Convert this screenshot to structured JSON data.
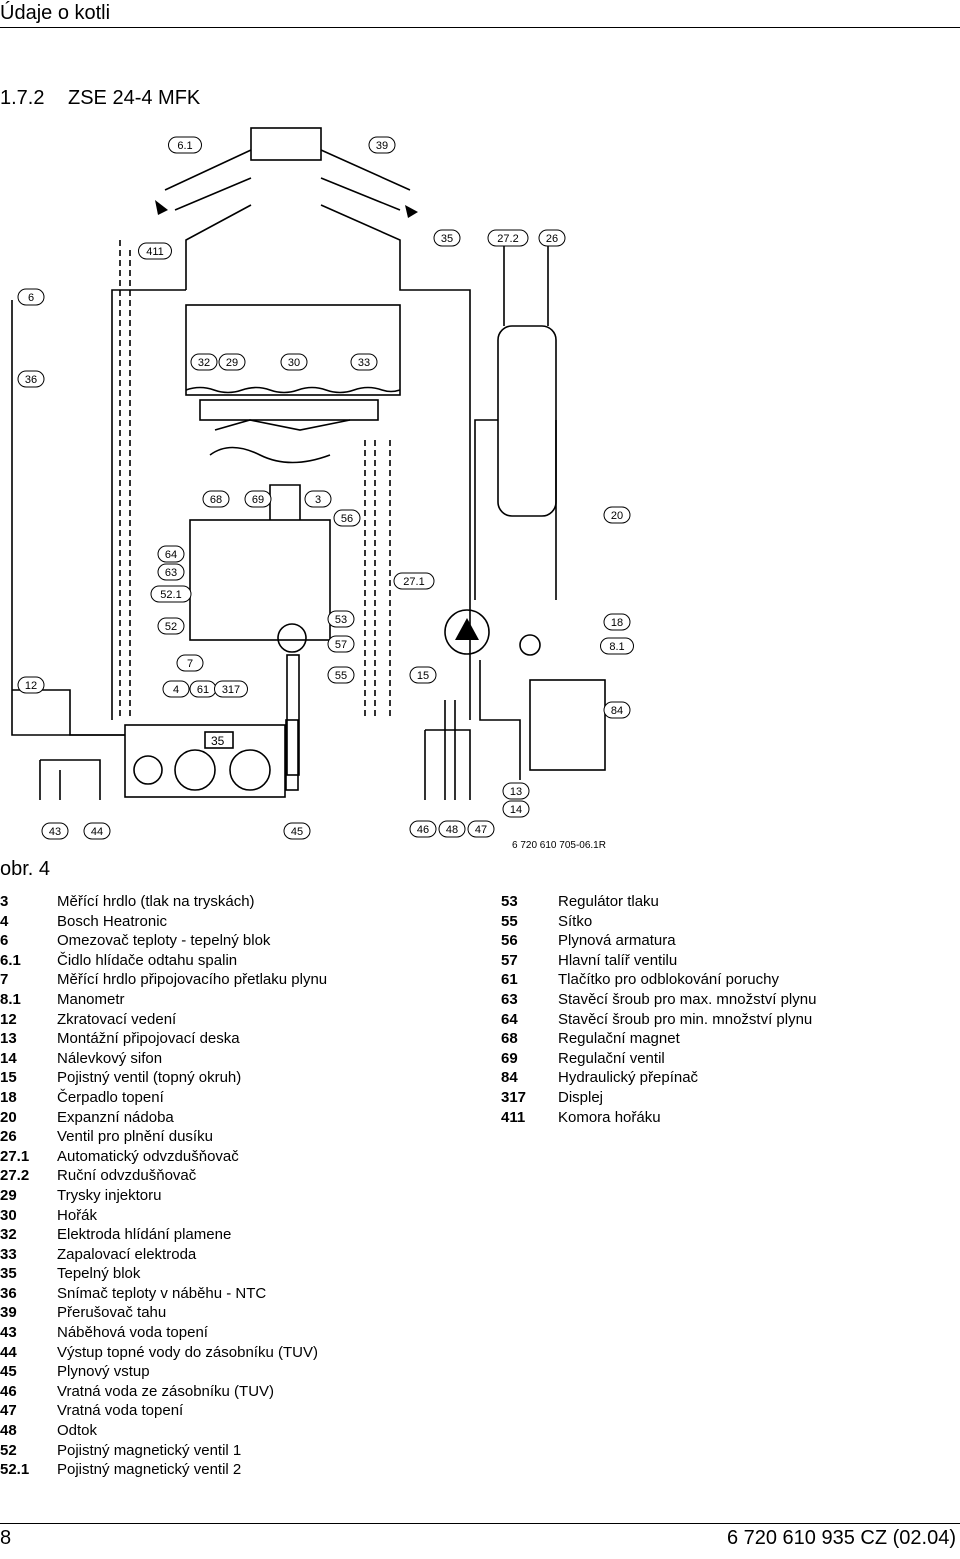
{
  "header": {
    "title": "Údaje o kotli"
  },
  "section": {
    "number": "1.7.2",
    "title": "ZSE 24-4 MFK"
  },
  "diagram": {
    "drawing_code": "6 720 610 705-06.1R",
    "display_value": "35",
    "callouts": [
      "6.1",
      "39",
      "411",
      "35",
      "27.2",
      "26",
      "6",
      "36",
      "32",
      "29",
      "30",
      "33",
      "68",
      "69",
      "3",
      "56",
      "20",
      "64",
      "63",
      "52.1",
      "52",
      "53",
      "57",
      "55",
      "27.1",
      "18",
      "8.1",
      "7",
      "12",
      "4",
      "61",
      "317",
      "15",
      "84",
      "13",
      "14",
      "43",
      "44",
      "45",
      "46",
      "48",
      "47"
    ]
  },
  "figure": {
    "label": "obr. 4"
  },
  "legend_left": [
    {
      "num": "3",
      "text": "Měřící hrdlo (tlak na tryskách)"
    },
    {
      "num": "4",
      "text": "Bosch Heatronic"
    },
    {
      "num": "6",
      "text": "Omezovač teploty - tepelný blok"
    },
    {
      "num": "6.1",
      "text": "Čidlo hlídače odtahu spalin"
    },
    {
      "num": "7",
      "text": "Měřící hrdlo připojovacího přetlaku plynu"
    },
    {
      "num": "8.1",
      "text": "Manometr"
    },
    {
      "num": "12",
      "text": "Zkratovací vedení"
    },
    {
      "num": "13",
      "text": "Montážní připojovací deska"
    },
    {
      "num": "14",
      "text": "Nálevkový sifon"
    },
    {
      "num": "15",
      "text": "Pojistný ventil (topný okruh)"
    },
    {
      "num": "18",
      "text": "Čerpadlo topení"
    },
    {
      "num": "20",
      "text": "Expanzní nádoba"
    },
    {
      "num": "26",
      "text": "Ventil pro plnění dusíku"
    },
    {
      "num": "27.1",
      "text": "Automatický odvzdušňovač"
    },
    {
      "num": "27.2",
      "text": "Ruční odvzdušňovač"
    },
    {
      "num": "29",
      "text": "Trysky injektoru"
    },
    {
      "num": "30",
      "text": "Hořák"
    },
    {
      "num": "32",
      "text": "Elektroda hlídání plamene"
    },
    {
      "num": "33",
      "text": "Zapalovací elektroda"
    },
    {
      "num": "35",
      "text": "Tepelný blok"
    },
    {
      "num": "36",
      "text": "Snímač teploty v náběhu - NTC"
    },
    {
      "num": "39",
      "text": "Přerušovač tahu"
    },
    {
      "num": "43",
      "text": "Náběhová voda topení"
    },
    {
      "num": "44",
      "text": "Výstup topné vody do zásobníku (TUV)"
    },
    {
      "num": "45",
      "text": "Plynový vstup"
    },
    {
      "num": "46",
      "text": "Vratná voda ze zásobníku (TUV)"
    },
    {
      "num": "47",
      "text": "Vratná voda topení"
    },
    {
      "num": "48",
      "text": "Odtok"
    },
    {
      "num": "52",
      "text": "Pojistný magnetický ventil 1"
    },
    {
      "num": "52.1",
      "text": "Pojistný magnetický ventil 2"
    }
  ],
  "legend_right": [
    {
      "num": "53",
      "text": "Regulátor tlaku"
    },
    {
      "num": "55",
      "text": "Sítko"
    },
    {
      "num": "56",
      "text": "Plynová armatura"
    },
    {
      "num": "57",
      "text": "Hlavní talíř ventilu"
    },
    {
      "num": "61",
      "text": "Tlačítko pro odblokování poruchy"
    },
    {
      "num": "63",
      "text": "Stavěcí šroub pro max. množství plynu"
    },
    {
      "num": "64",
      "text": "Stavěcí šroub pro min. množství plynu"
    },
    {
      "num": "68",
      "text": "Regulační magnet"
    },
    {
      "num": "69",
      "text": "Regulační ventil"
    },
    {
      "num": "84",
      "text": "Hydraulický přepínač"
    },
    {
      "num": "317",
      "text": "Displej"
    },
    {
      "num": "411",
      "text": "Komora hořáku"
    }
  ],
  "footer": {
    "page": "8",
    "code": "6 720 610 935 CZ (02.04)"
  }
}
